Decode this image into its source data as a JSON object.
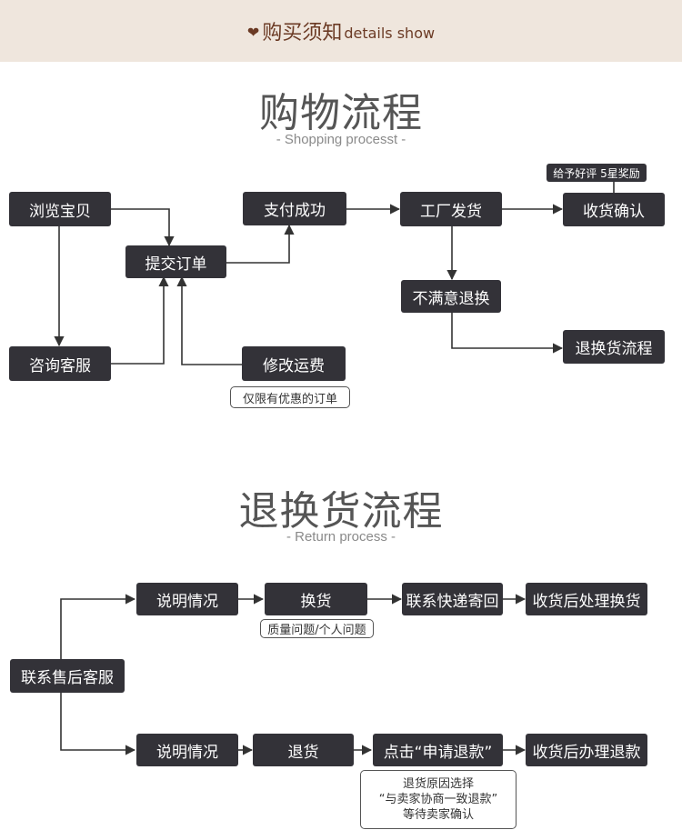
{
  "header": {
    "heart": "❤",
    "title_cn": "购买须知",
    "title_en": "details show"
  },
  "shopping": {
    "title": "购物流程",
    "subtitle": "- Shopping processt -",
    "nodes": {
      "browse": "浏览宝贝",
      "consult": "咨询客服",
      "submit": "提交订单",
      "modify": "修改运费",
      "pay": "支付成功",
      "ship": "工厂发货",
      "receive": "收货确认",
      "unsatisfied": "不满意退换",
      "return_flow": "退换货流程"
    },
    "review_tag": "给予好评 5星奖励",
    "modify_note": "仅限有优惠的订单"
  },
  "returns": {
    "title": "退换货流程",
    "subtitle": "- Return process -",
    "nodes": {
      "contact": "联系售后客服",
      "explain1": "说明情况",
      "exchange": "换货",
      "express": "联系快递寄回",
      "process_exchange": "收货后处理换货",
      "explain2": "说明情况",
      "refund": "退货",
      "click": "点击“申请退款”",
      "process_refund": "收货后办理退款"
    },
    "exchange_note": "质量问题/个人问题",
    "refund_note": {
      "line1": "退货原因选择",
      "line2": "“与卖家协商一致退款”",
      "line3": "等待卖家确认"
    }
  },
  "colors": {
    "box": "#333238",
    "banner_bg": "#efe6dd",
    "banner_text": "#6b3a24",
    "line": "#333333"
  }
}
